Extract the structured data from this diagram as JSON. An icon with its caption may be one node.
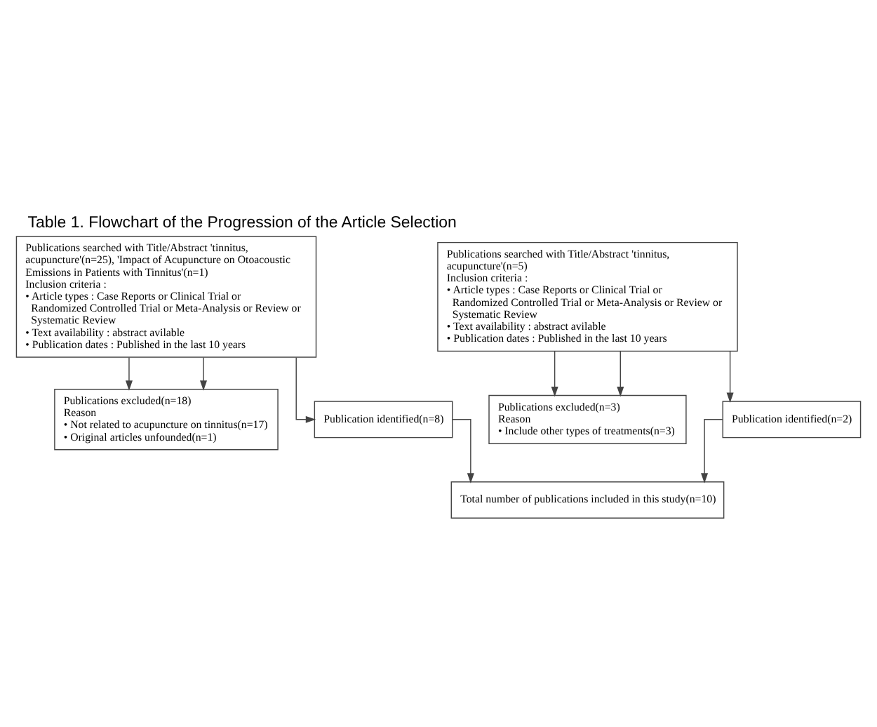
{
  "diagram": {
    "title": "Table 1. Flowchart of the Progression of the Article Selection",
    "nodes": [
      {
        "text": [
          "Publications searched with Title/Abstract 'tinnitus, acupuncture'(n=25), 'Impact of Acupuncture on Otoacoustic Emissions in Patients with Tinnitus'(n=1)",
          "Inclusion criteria :",
          "• Article types : Case Reports or Clinical Trial or Randomized Controlled Trial or Meta-Analysis or Review or Systematic Review",
          "• Text availability : abstract avilable",
          "• Publication dates : Published in the last 10 years"
        ]
      },
      {
        "text": [
          "Publications searched with Title/Abstract 'tinnitus, acupuncture'(n=5)",
          "Inclusion criteria :",
          "• Article types : Case Reports or Clinical Trial or Randomized Controlled Trial or Meta-Analysis or Review or Systematic Review",
          "• Text availability : abstract avilable",
          "• Publication dates : Published in the last 10 years"
        ]
      },
      {
        "text": [
          "Publications excluded(n=18)",
          "Reason",
          "• Not related to acupuncture on tinnitus(n=17)",
          "• Original articles unfounded(n=1)"
        ]
      },
      {
        "text": [
          "Publications excluded(n=3)",
          "Reason",
          "• Include other types of treatments(n=3)"
        ]
      },
      {
        "text": [
          "Publication identified(n=8)"
        ]
      },
      {
        "text": [
          "Publication identified(n=2)"
        ]
      },
      {
        "text": [
          "Total number of publications included in this study(n=10)"
        ]
      }
    ],
    "edges": [
      {
        "from": 0,
        "to": 2,
        "arrow": "to"
      },
      {
        "from": 0,
        "to": 4,
        "arrow": "to"
      },
      {
        "from": 0,
        "to": 2,
        "arrow": "to"
      },
      {
        "from": 1,
        "to": 3,
        "arrow": "to"
      },
      {
        "from": 1,
        "to": 5,
        "arrow": "to"
      },
      {
        "from": 1,
        "to": 3,
        "arrow": "to"
      },
      {
        "from": 4,
        "to": 6,
        "arrow": "to"
      },
      {
        "from": 5,
        "to": 6,
        "arrow": "to"
      }
    ]
  }
}
